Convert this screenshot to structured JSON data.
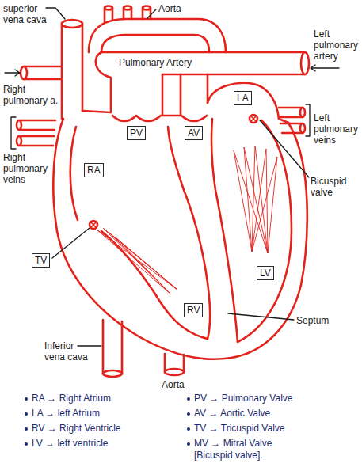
{
  "diagram": {
    "nodes": [
      {
        "text": [
          "LA"
        ]
      },
      {
        "text": [
          "PV"
        ]
      },
      {
        "text": [
          "AV"
        ]
      },
      {
        "text": [
          "RA"
        ]
      },
      {
        "text": [
          "TV"
        ]
      },
      {
        "text": [
          "LV"
        ]
      },
      {
        "text": [
          "RV"
        ]
      }
    ],
    "labels": [
      "superior vena cava",
      "Aorta",
      "Left pulmonary artery",
      "Right pulmonary a.",
      "Pulmonary Artery",
      "Left pulmonary veins",
      "Right pulmonary veins",
      "Bicuspid valve",
      "Septum",
      "Inferior vena cava",
      "Aorta",
      "RA → Right Atrium",
      "PV → Pulmonary Valve",
      "LA → left Atrium",
      "AV → Aortic Valve",
      "RV → Right Ventricle",
      "TV → Tricuspid Valve",
      "LV → left ventricle",
      "MV → Mitral Valve [Bicuspid valve]."
    ]
  }
}
